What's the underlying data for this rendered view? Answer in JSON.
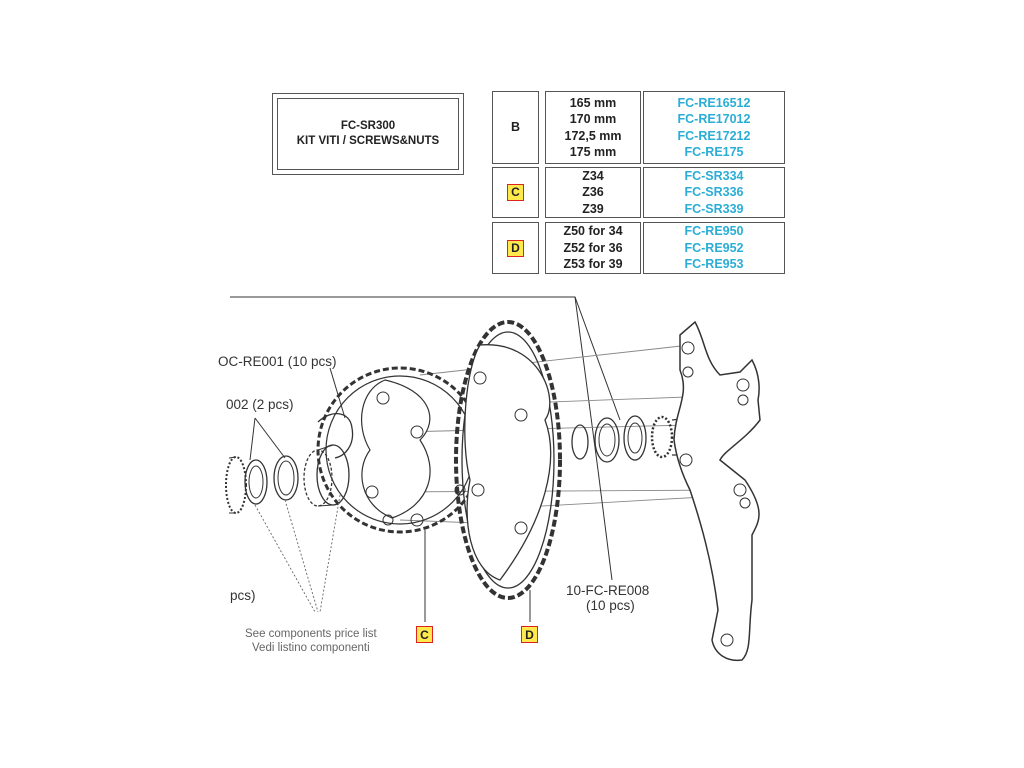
{
  "kit": {
    "code": "FC-SR300",
    "title": "KIT VITI / SCREWS&NUTS"
  },
  "table": {
    "rows": [
      {
        "letter": "B",
        "sizes": [
          "165 mm",
          "170 mm",
          "172,5 mm",
          "175 mm"
        ],
        "codes": [
          "FC-RE16512",
          "FC-RE17012",
          "FC-RE17212",
          "FC-RE175"
        ]
      },
      {
        "letter": "C",
        "sizes": [
          "Z34",
          "Z36",
          "Z39"
        ],
        "codes": [
          "FC-SR334",
          "FC-SR336",
          "FC-SR339"
        ]
      },
      {
        "letter": "D",
        "sizes": [
          "Z50 for 34",
          "Z52 for 36",
          "Z53 for 39"
        ],
        "codes": [
          "FC-RE950",
          "FC-RE952",
          "FC-RE953"
        ]
      }
    ]
  },
  "diagram": {
    "labels": {
      "oc_re001": "OC-RE001 (10 pcs)",
      "p002": "002 (2 pcs)",
      "re008_code": "10-FC-RE008",
      "re008_qty": "(10 pcs)",
      "pcs": "pcs)",
      "see_list_en": "See components price list",
      "see_list_it": "Vedi listino componenti",
      "tag_c": "C",
      "tag_d": "D"
    },
    "colors": {
      "accent": "#2aaed6",
      "tag_fill": "#ffe94d",
      "tag_border": "#dd2222"
    }
  }
}
